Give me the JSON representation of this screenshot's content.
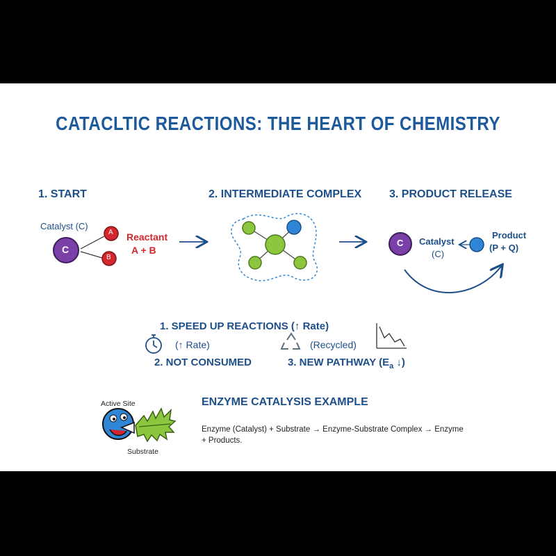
{
  "title": "CATACLTIC REACTIONS: THE HEART OF CHEMISTRY",
  "stages": {
    "start": "1. START",
    "intermediate": "2. INTERMEDIATE COMPLEX",
    "release": "3. PRODUCT RELEASE"
  },
  "start": {
    "catalyst_label": "Catalyst (C)",
    "catalyst_letter": "C",
    "atom_a": "A",
    "atom_b": "B",
    "reactant_line1": "Reactant",
    "reactant_line2": "A + B"
  },
  "release": {
    "catalyst_letter": "C",
    "catalyst_line1": "Catalyst",
    "catalyst_line2": "(C)",
    "product_line1": "Product",
    "product_line2": "(P + Q)"
  },
  "benefits": {
    "speed": "1.   SPEED UP REACTIONS (↑ Rate)",
    "rate": "(↑ Rate)",
    "recycled": "(Recycled)",
    "not_consumed": "2.   NOT CONSUMED",
    "pathway_prefix": "3. NEW PATHWAY (E",
    "pathway_sub": "a",
    "pathway_suffix": " ↓)"
  },
  "enzyme": {
    "title": "ENZYME CATALYSIS EXAMPLE",
    "equation": "Enzyme (Catalyst) + Substrate → Enzyme-Substrate Complex → Enzyme + Products.",
    "active_site": "Active Site",
    "substrate": "Substrate"
  },
  "colors": {
    "title_blue": "#1d5a9c",
    "text_blue": "#1d4f8a",
    "catalyst_purple": "#7b3fa8",
    "reactant_red": "#d3262e",
    "molecule_green": "#8cc63f",
    "product_blue": "#2f86d6"
  },
  "icons": [
    "arrow-right-icon",
    "stopwatch-icon",
    "recycle-icon",
    "declining-chart-icon",
    "enzyme-mascot-icon",
    "substrate-leaf-icon"
  ]
}
